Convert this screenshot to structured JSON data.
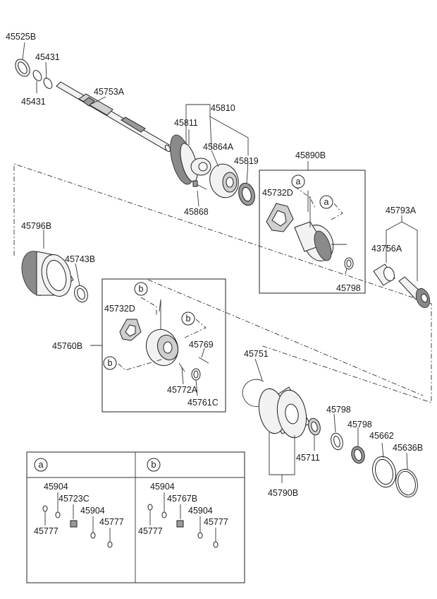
{
  "parts": {
    "p45525B": "45525B",
    "p45431_top": "45431",
    "p45431_bot": "45431",
    "p45753A": "45753A",
    "p45810": "45810",
    "p45811": "45811",
    "p45864A": "45864A",
    "p45819": "45819",
    "p45868": "45868",
    "p45890B": "45890B",
    "p45732D_top": "45732D",
    "p45798_top": "45798",
    "p45793A": "45793A",
    "p43756A": "43756A",
    "p45796B": "45796B",
    "p45743B": "45743B",
    "p45732D_mid": "45732D",
    "p45760B": "45760B",
    "p45769": "45769",
    "p45772A": "45772A",
    "p45761C": "45761C",
    "p45751": "45751",
    "p45798_a": "45798",
    "p45798_b": "45798",
    "p45662": "45662",
    "p45636B": "45636B",
    "p45711": "45711",
    "p45790B": "45790B"
  },
  "refs": {
    "a1": "a",
    "a2": "a",
    "b1": "b",
    "b2": "b",
    "b3": "b"
  },
  "legend": {
    "a": {
      "header": "a",
      "p45904_1": "45904",
      "p45723C": "45723C",
      "p45904_2": "45904",
      "p45777_1": "45777",
      "p45777_2": "45777"
    },
    "b": {
      "header": "b",
      "p45904_1": "45904",
      "p45767B": "45767B",
      "p45904_2": "45904",
      "p45777_1": "45777",
      "p45777_2": "45777"
    }
  }
}
